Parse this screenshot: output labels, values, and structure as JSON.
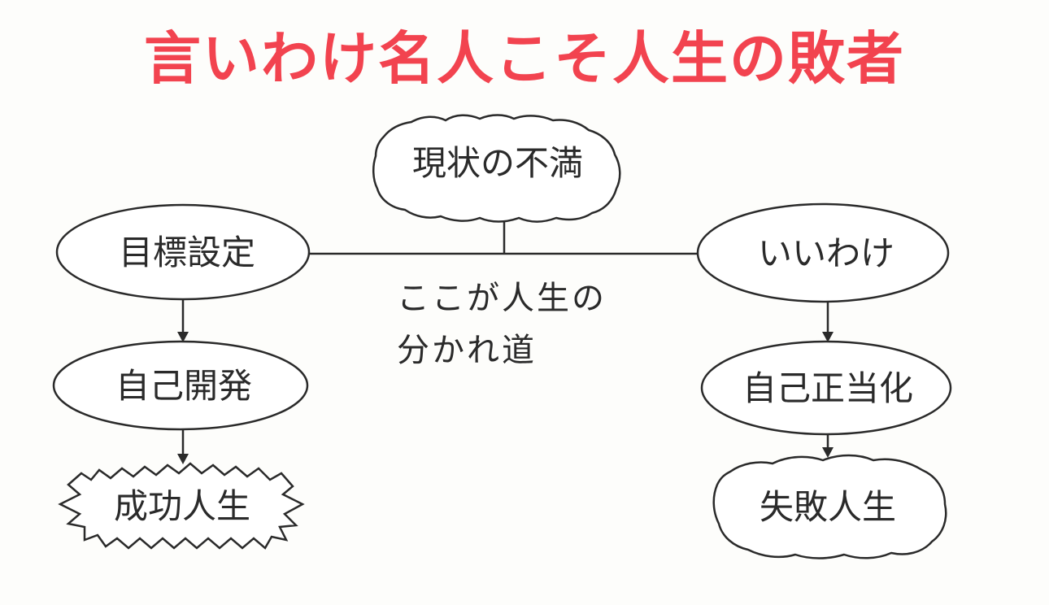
{
  "title": "言いわけ名人こそ人生の敗者",
  "diagram": {
    "top_node": "現状の不満",
    "fork_note": [
      "ここが人生の",
      "分かれ道"
    ],
    "left_path": {
      "step1": "目標設定",
      "step2": "自己開発",
      "outcome": "成功人生"
    },
    "right_path": {
      "step1": "いいわけ",
      "step2": "自己正当化",
      "outcome": "失敗人生"
    }
  }
}
